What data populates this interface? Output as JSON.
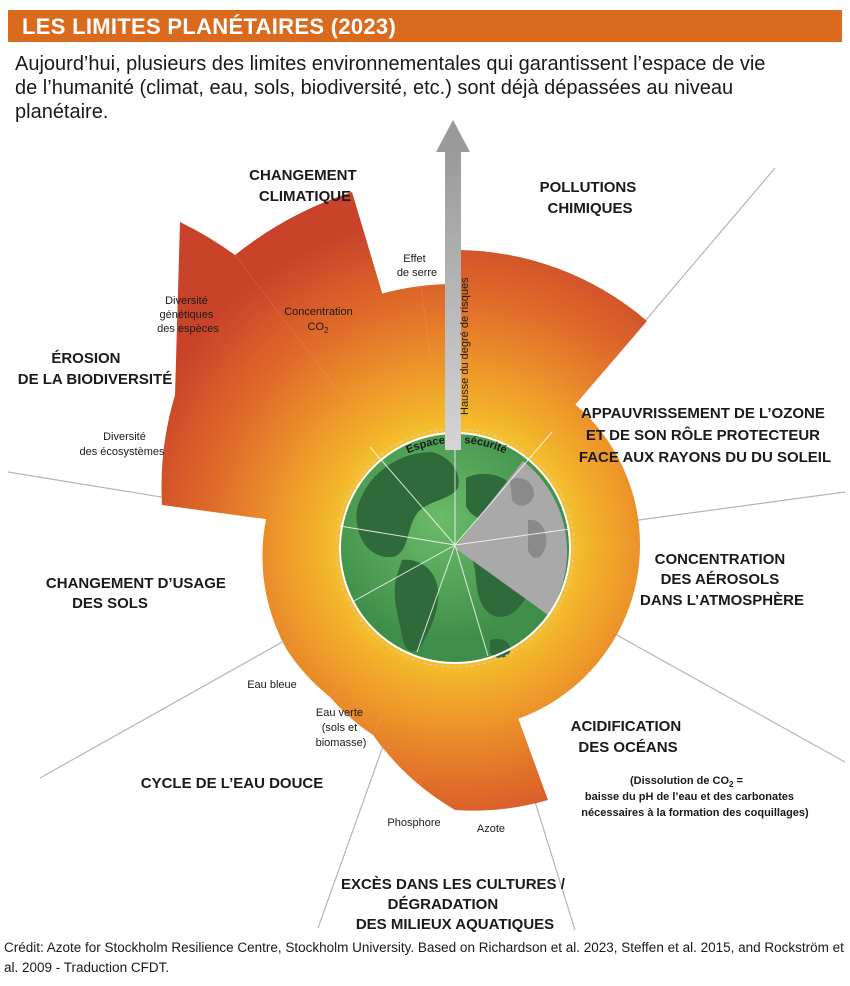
{
  "header": {
    "title": "LES LIMITES PLANÉTAIRES (2023)",
    "subtitle": "Aujourd’hui, plusieurs des limites environnementales qui garantissent l’espace de vie de l’humanité (climat, eau, sols, biodiversité, etc.) sont déjà dépassées au niveau planétaire."
  },
  "colors": {
    "header_bg": "#d96a1e",
    "red": "#c2401e",
    "orange": "#e8802a",
    "yellow": "#f2b32a",
    "safe_green": "#4a9a50",
    "gray": "#a8a8a8"
  },
  "center": {
    "safe_zone": "Espace de sécurité",
    "arrow_label": "Hausse du degré de risques"
  },
  "categories": {
    "climate": [
      "CHANGEMENT",
      "CLIMATIQUE"
    ],
    "chemical": [
      "POLLUTIONS",
      "CHIMIQUES"
    ],
    "ozone": [
      "APPAUVRISSEMENT DE L’OZONE",
      "ET DE SON RÔLE PROTECTEUR",
      "FACE AUX RAYONS DU DU SOLEIL"
    ],
    "aerosols": [
      "CONCENTRATION",
      "DES AÉROSOLS",
      "DANS L’ATMOSPHÈRE"
    ],
    "acidification": [
      "ACIDIFICATION",
      "DES OCÉANS"
    ],
    "acid_note": [
      "(Dissolution de CO",
      "2",
      " =",
      "baisse du pH de l’eau et des carbonates",
      "nécessaires à la formation des coquillages)"
    ],
    "nutrients": [
      "EXCÈS DANS LES CULTURES /",
      "DÉGRADATION",
      "DES MILIEUX AQUATIQUES"
    ],
    "freshwater": "CYCLE DE L’EAU DOUCE",
    "landuse": [
      "CHANGEMENT D’USAGE",
      "DES SOLS"
    ],
    "biodiversity": [
      "ÉROSION",
      "DE LA BIODIVERSITÉ"
    ]
  },
  "sublabels": {
    "greenhouse": [
      "Effet",
      "de serre"
    ],
    "co2": [
      "Concentration",
      "CO",
      "2"
    ],
    "genetic": [
      "Diversité",
      "génétiques",
      "des espèces"
    ],
    "ecosystems": [
      "Diversité",
      "des écosystèmes"
    ],
    "blue_water": "Eau bleue",
    "green_water": [
      "Eau verte",
      "(sols et",
      "biomasse)"
    ],
    "phosphorus": "Phosphore",
    "nitrogen": "Azote"
  },
  "credit": "Crédit: Azote for Stockholm Resilience Centre, Stockholm University. Based on Richardson et al. 2023, Steffen et al. 2015, and Rockström et al. 2009 - Traduction CFDT."
}
